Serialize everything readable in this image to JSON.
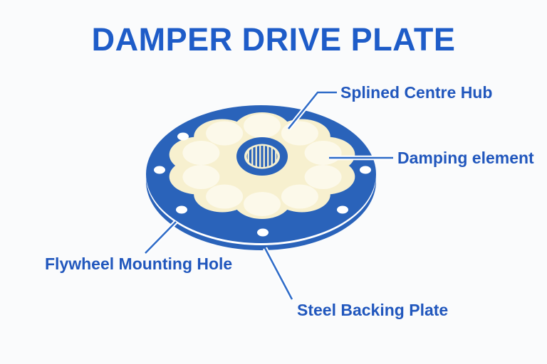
{
  "title": "DAMPER DRIVE PLATE",
  "parts": [
    {
      "id": "splined_hub",
      "label": "Splined Centre Hub"
    },
    {
      "id": "damping_element",
      "label": "Damping element"
    },
    {
      "id": "mounting_hole",
      "label": "Flywheel Mounting Hole"
    },
    {
      "id": "backing_plate",
      "label": "Steel Backing Plate"
    }
  ],
  "labels": {
    "splined_hub": "Splined Centre Hub",
    "damping_element": "Damping element",
    "mounting_hole": "Flywheel Mounting Hole",
    "backing_plate": "Steel Backing Plate"
  },
  "colors": {
    "background": "#fafbfc",
    "plate_blue": "#2a63ba",
    "elastomer_cream": "#f7f0cf",
    "damper_circle_cream": "#fcf9ea",
    "hole_white": "#ffffff",
    "title_blue": "#1e5cc8",
    "label_blue": "#2157bd",
    "line_blue": "#2e6bc8"
  },
  "diagram_meta": {
    "lobe_count": 10,
    "damper_circle_count": 10,
    "visible_mounting_holes": 6
  }
}
